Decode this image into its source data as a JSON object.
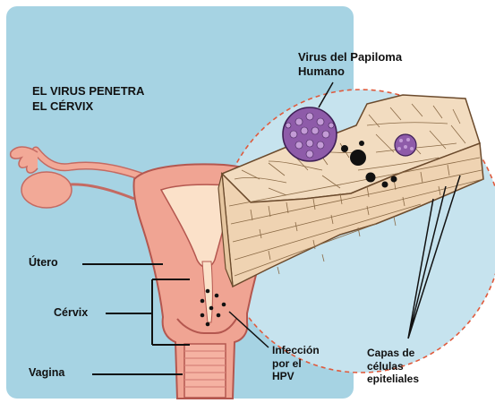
{
  "labels": {
    "title_line1": "EL VIRUS PENETRA",
    "title_line2": "EL CÉRVIX",
    "virus_line1": "Virus del Papiloma",
    "virus_line2": "Humano",
    "utero": "Útero",
    "cervix": "Cérvix",
    "vagina": "Vagina",
    "infection_line1": "Infección",
    "infection_line2": "por el",
    "infection_line3": "HPV",
    "layers_line1": "Capas de",
    "layers_line2": "células",
    "layers_line3": "epiteliales"
  },
  "colors": {
    "panel": "#a6d3e3",
    "magnifier": "#c6e3ee",
    "tissue": "#f2dcc0",
    "uterus": "#f0a493",
    "uterus_dark": "#d96f66",
    "virus": "#8e5ba9",
    "dashed_circle": "#e05a3c"
  }
}
